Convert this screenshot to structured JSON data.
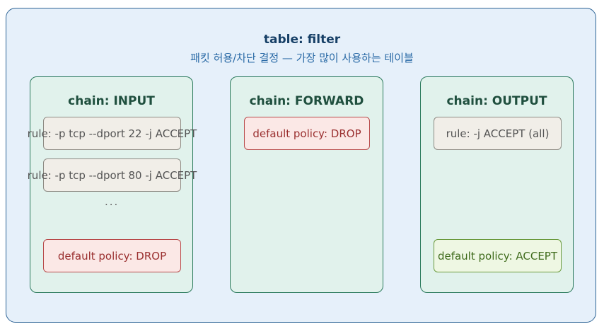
{
  "table": {
    "title": "table: filter",
    "subtitle": "패킷 허용/차단 결정 — 가장 많이 사용하는 테이블"
  },
  "chains": {
    "input": {
      "title": "chain: INPUT",
      "rules": [
        "rule: -p tcp --dport 22 -j ACCEPT",
        "rule: -p tcp --dport 80 -j ACCEPT"
      ],
      "ellipsis": "...",
      "policy": "default policy: DROP"
    },
    "forward": {
      "title": "chain: FORWARD",
      "policy": "default policy: DROP"
    },
    "output": {
      "title": "chain: OUTPUT",
      "rules": [
        "rule: -j ACCEPT (all)"
      ],
      "policy": "default policy: ACCEPT"
    }
  }
}
